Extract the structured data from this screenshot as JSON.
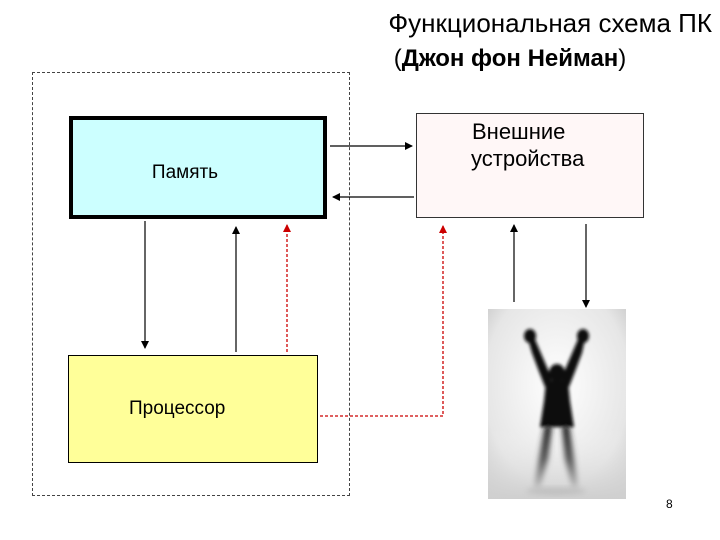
{
  "title": {
    "line1": "Функциональная схема ПК",
    "line2_open": "(",
    "line2_name": "Джон фон Нейман",
    "line2_close": ")"
  },
  "blocks": {
    "memory": "Память",
    "processor": "Процессор",
    "external_line1": "Внешние",
    "external_line2": "устройства"
  },
  "image": {
    "person_icon": "person-raising-arms-silhouette-icon"
  },
  "colors": {
    "memory_fill": "#ccffff",
    "processor_fill": "#ffff99",
    "control_arrow": "#cc0000",
    "data_arrow": "#000000"
  },
  "page_number": "8"
}
